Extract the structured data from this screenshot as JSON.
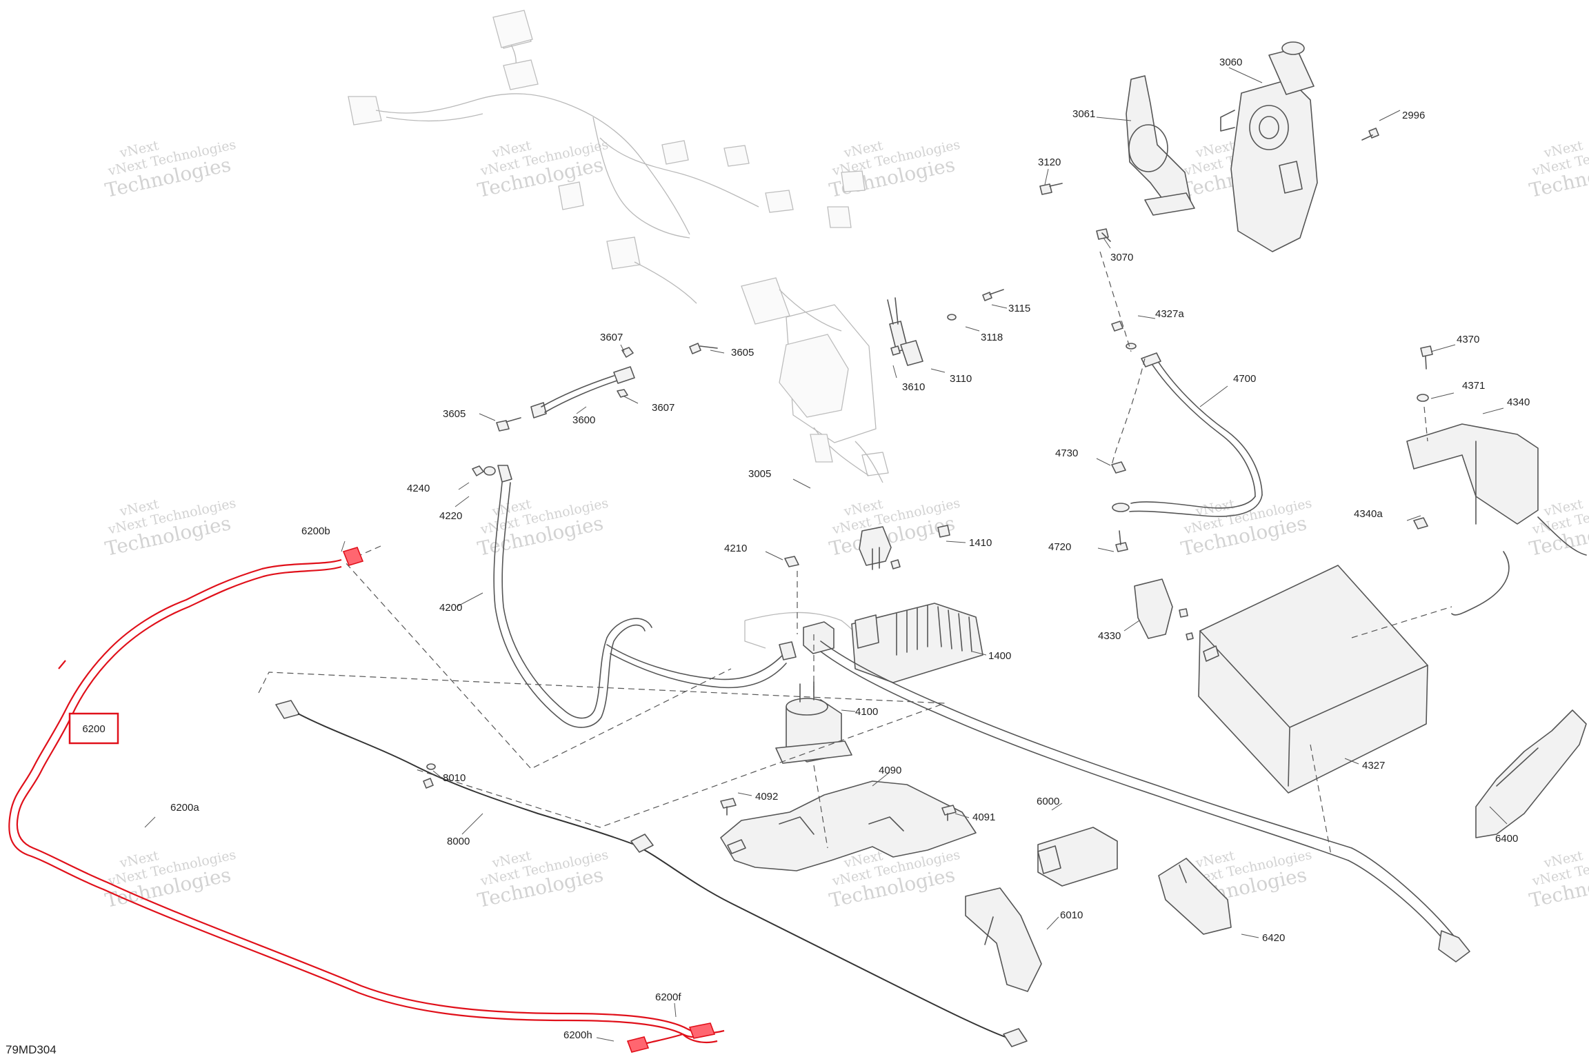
{
  "diagram_code": "79MD304",
  "highlight_label": "6200",
  "colors": {
    "highlight": "#e0101a",
    "parts": "#555555",
    "ghost": "#b9b9b9"
  },
  "watermark": {
    "line1": "vNext",
    "line2": "vNext Technologies",
    "line3": "Technologies"
  },
  "callouts": [
    "3060",
    "3061",
    "2996",
    "3120",
    "3070",
    "3115",
    "3118",
    "4327a",
    "3110",
    "3610",
    "3607",
    "3605",
    "3605",
    "3600",
    "3607",
    "4370",
    "4371",
    "4340",
    "4700",
    "4730",
    "3005",
    "4240",
    "4220",
    "4340a",
    "6200b",
    "4210",
    "1410",
    "4720",
    "4200",
    "4330",
    "1400",
    "4100",
    "4327",
    "8010",
    "6200a",
    "4090",
    "4092",
    "4091",
    "6000",
    "8000",
    "6400",
    "6010",
    "6420",
    "6200f",
    "6200h"
  ]
}
